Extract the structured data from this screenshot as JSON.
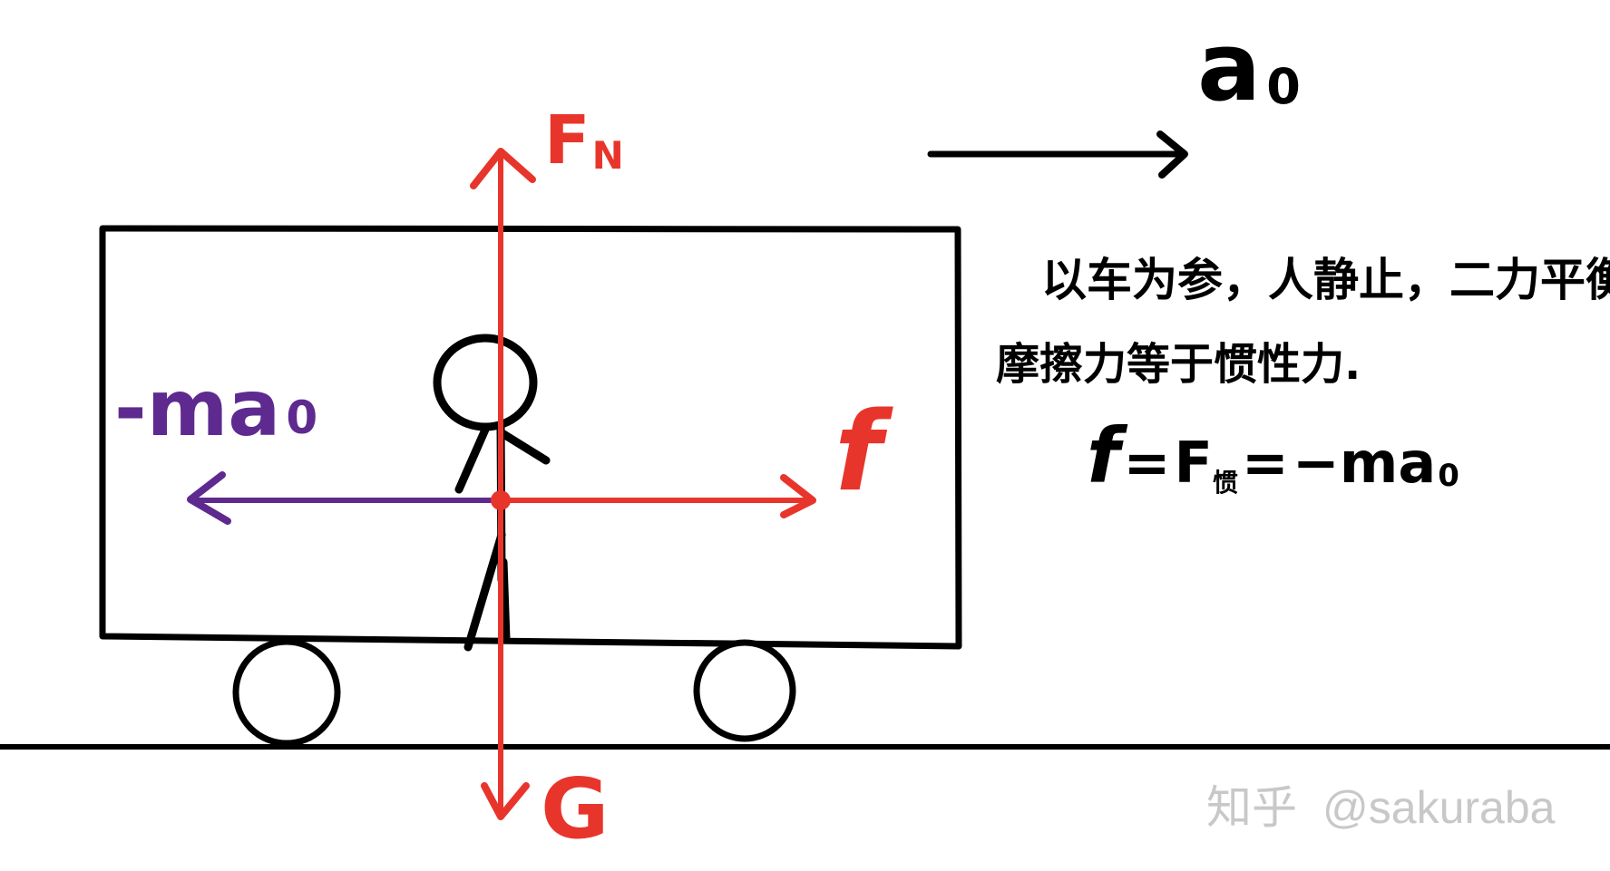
{
  "labels": {
    "acceleration": "a",
    "acceleration_sub": "0",
    "normal_force": "F",
    "normal_force_sub": "N",
    "friction": "f",
    "inertial_force": "-ma",
    "inertial_force_sub": "0",
    "gravity": "G"
  },
  "notes": {
    "line1": "以车为参，人静止，二力平衡",
    "line2": "摩擦力等于惯性力.",
    "equation_f": "f",
    "equation_eq1": "=",
    "equation_F": "F",
    "equation_F_sub": "惯",
    "equation_eq2": "=",
    "equation_rhs": "−ma",
    "equation_rhs_sub": "0"
  },
  "watermark": {
    "brand": "知乎",
    "user": "@sakuraba"
  },
  "colors": {
    "force_red": "#e8352b",
    "inertial_purple": "#5e2a8f",
    "ink": "#000000",
    "watermark": "#c8c8c8"
  }
}
